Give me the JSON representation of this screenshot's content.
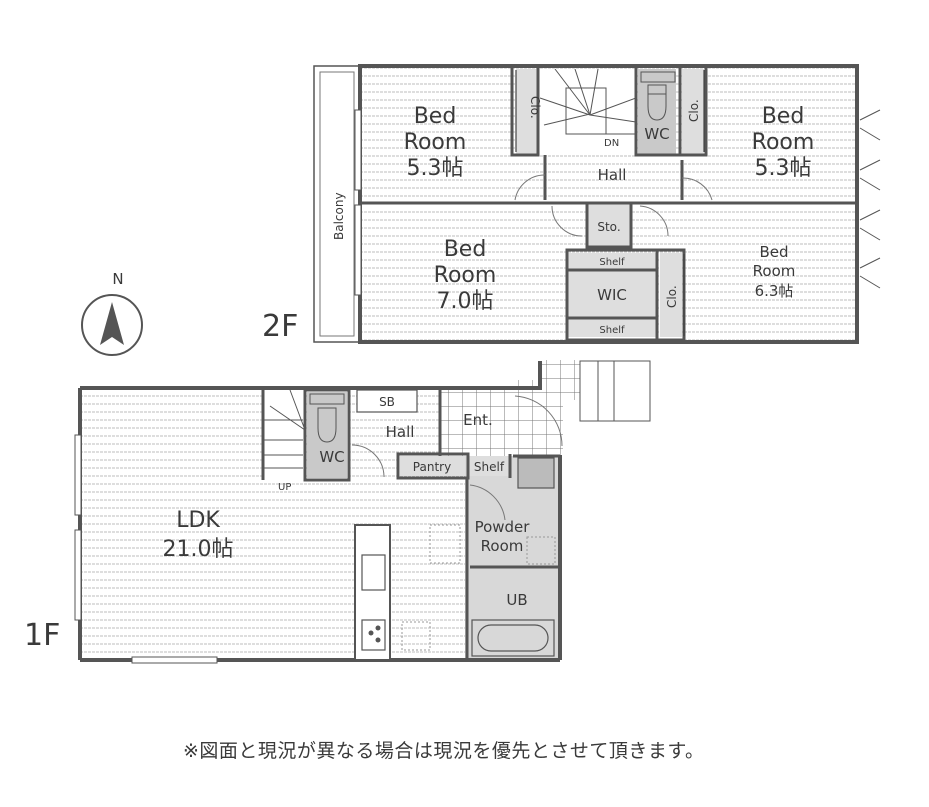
{
  "compass": {
    "label": "N",
    "icon": "north-arrow-icon"
  },
  "floors": {
    "second": {
      "label": "2F",
      "rooms": {
        "bed_nw": {
          "name_line1": "Bed",
          "name_line2": "Room",
          "size": "5.3帖"
        },
        "bed_ne": {
          "name_line1": "Bed",
          "name_line2": "Room",
          "size": "5.3帖"
        },
        "bed_sw": {
          "name_line1": "Bed",
          "name_line2": "Room",
          "size": "7.0帖"
        },
        "bed_se": {
          "name_line1": "Bed",
          "name_line2": "Room",
          "size": "6.3帖"
        },
        "hall": "Hall",
        "wc": "WC",
        "closet_nw": "Clo.",
        "closet_ne": "Clo.",
        "closet_se": "Clo.",
        "storage": "Sto.",
        "wic": "WIC",
        "shelf_top": "Shelf",
        "shelf_bottom": "Shelf",
        "stairs_dir": "DN",
        "balcony": "Balcony"
      }
    },
    "first": {
      "label": "1F",
      "rooms": {
        "ldk": {
          "name": "LDK",
          "size": "21.0帖"
        },
        "hall": "Hall",
        "wc": "WC",
        "shoe_box": "SB",
        "entrance": "Ent.",
        "pantry": "Pantry",
        "shelf": "Shelf",
        "powder_line1": "Powder",
        "powder_line2": "Room",
        "unit_bath": "UB",
        "stairs_dir": "UP"
      }
    }
  },
  "footnote": "※図面と現況が異なる場合は現況を優先とさせて頂きます。",
  "colors": {
    "wall": "#555555",
    "wet_area": "#c9c9c9",
    "text": "#3a3a3a"
  }
}
